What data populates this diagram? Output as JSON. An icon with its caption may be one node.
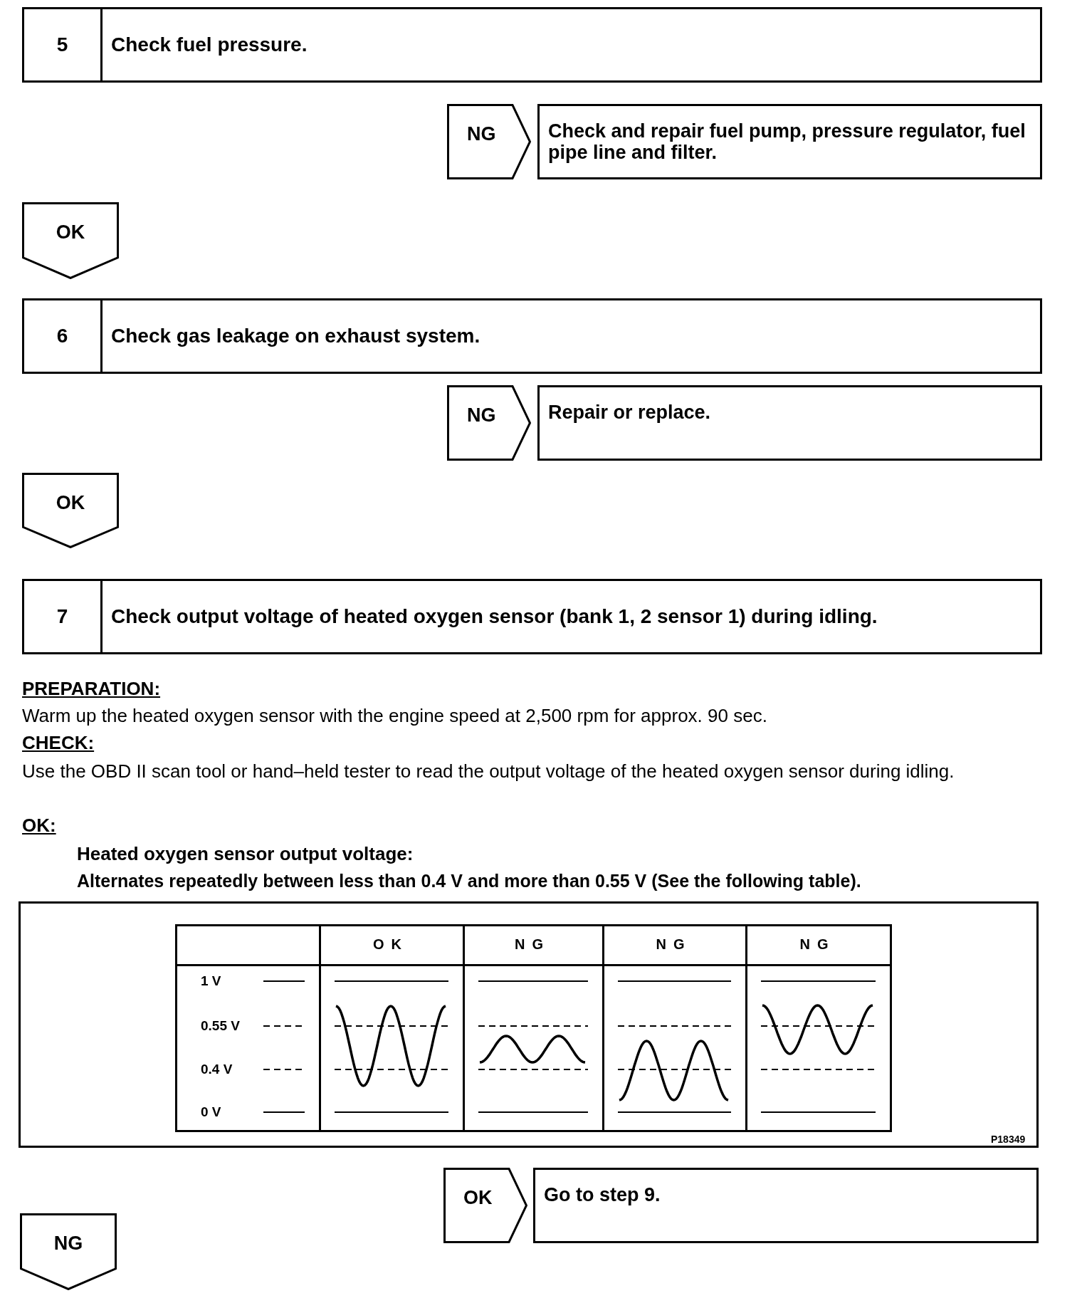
{
  "diagram": {
    "nodes": [
      {
        "text": [
          "5",
          "Check fuel pressure."
        ]
      },
      {
        "text": [
          "NG"
        ]
      },
      {
        "text": [
          "Check and repair fuel pump, pressure regulator, fuel pipe line and filter."
        ]
      },
      {
        "text": [
          "OK"
        ]
      },
      {
        "text": [
          "6",
          "Check gas leakage on exhaust system."
        ]
      },
      {
        "text": [
          "NG"
        ]
      },
      {
        "text": [
          "Repair or replace."
        ]
      },
      {
        "text": [
          "OK"
        ]
      },
      {
        "text": [
          "7",
          "Check output voltage of heated oxygen sensor (bank 1, 2 sensor 1) during idling."
        ]
      },
      {
        "text": [
          "OK"
        ]
      },
      {
        "text": [
          "Go to step 9."
        ]
      },
      {
        "text": [
          "NG"
        ]
      }
    ],
    "labels": [
      "PREPARATION:",
      "Warm up the heated oxygen sensor with the engine speed at 2,500 rpm for approx. 90 sec.",
      "CHECK:",
      "Use the OBD II scan tool or hand–held tester to read the output voltage of the heated oxygen sensor during idling.",
      "OK:",
      "Heated oxygen sensor output voltage:",
      "Alternates repeatedly between less than 0.4 V and more than 0.55 V (See the following table).",
      "OK",
      "NG",
      "NG",
      "NG",
      "1 V",
      "0.55 V",
      "0.4 V",
      "0 V",
      "P18349"
    ]
  }
}
